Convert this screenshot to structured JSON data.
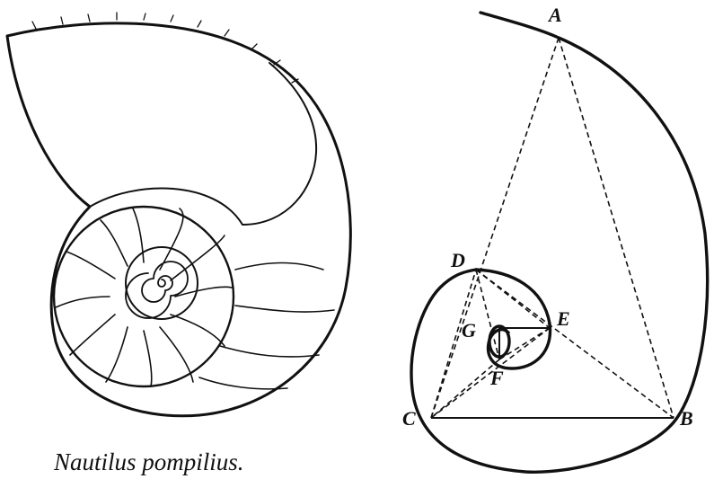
{
  "caption": "Nautilus pompilius.",
  "diagram": {
    "points": {
      "A": "A",
      "B": "B",
      "C": "C",
      "D": "D",
      "E": "E",
      "F": "F",
      "G": "G"
    }
  }
}
